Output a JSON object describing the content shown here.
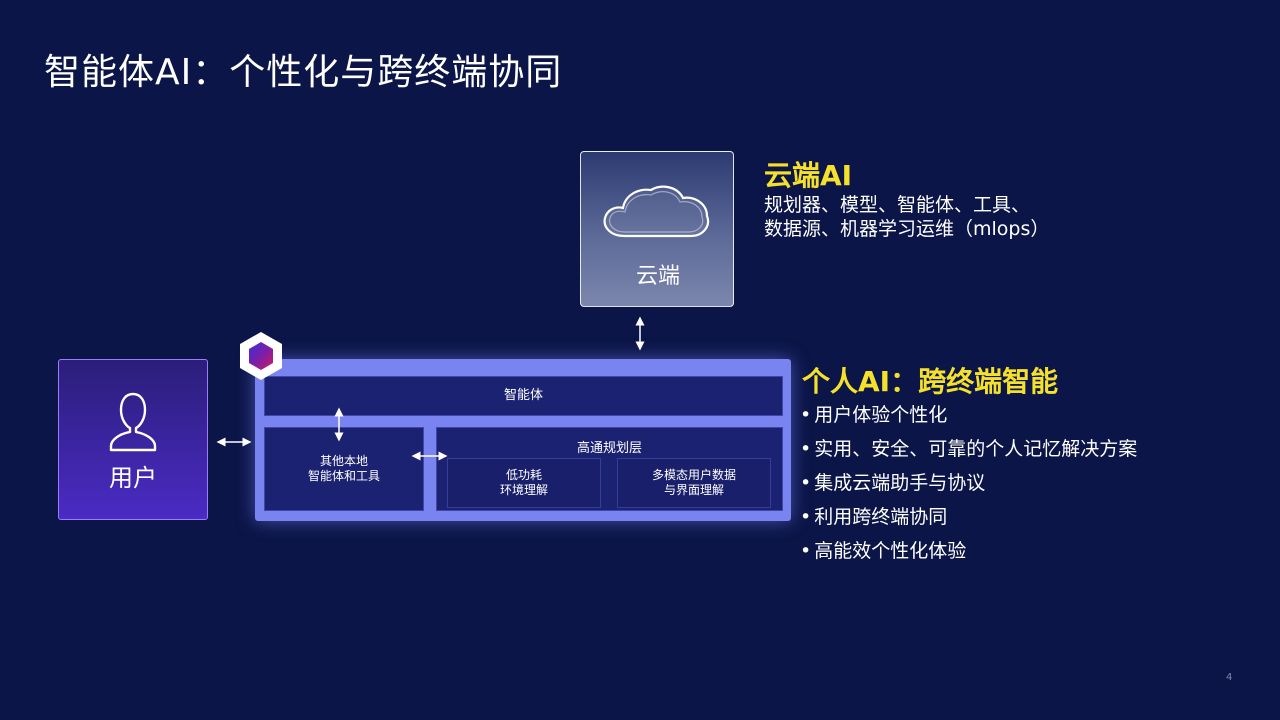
{
  "title": "智能体AI：个性化与跨终端协同",
  "cloud_box": {
    "label": "云端",
    "icon": "cloud-icon"
  },
  "cloud_ai": {
    "title": "云端AI",
    "desc_line1": "规划器、模型、智能体、工具、",
    "desc_line2": "数据源、机器学习运维（mlops）"
  },
  "user_box": {
    "label": "用户",
    "icon": "user-icon"
  },
  "device": {
    "agent_label": "智能体",
    "local_line1": "其他本地",
    "local_line2": "智能体和工具",
    "qc_label": "高通规划层",
    "sub1_line1": "低功耗",
    "sub1_line2": "环境理解",
    "sub2_line1": "多模态用户数据",
    "sub2_line2": "与界面理解"
  },
  "personal_ai": {
    "title": "个人AI：跨终端智能",
    "bullets": [
      "用户体验个性化",
      "实用、安全、可靠的个人记忆解决方案",
      "集成云端助手与协议",
      "利用跨终端协同",
      "高能效个性化体验"
    ]
  },
  "page_number": "4",
  "colors": {
    "background": "#0b1547",
    "accent_yellow": "#f5e12b",
    "device_frame": "#7a84f0",
    "user_purple": "#4a2bc4"
  }
}
